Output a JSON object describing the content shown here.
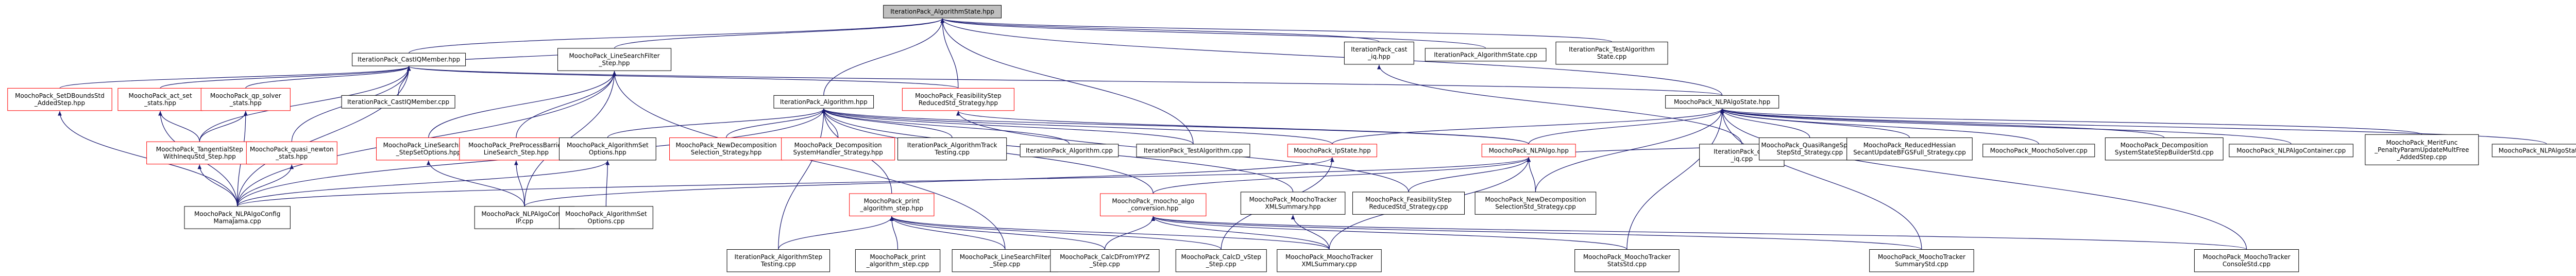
{
  "graph": {
    "edge_color": "#191970",
    "root_fill": "#bfbfbf",
    "missing_border_color": "#ff0000",
    "nodes": [
      {
        "id": "root",
        "label": [
          "IterationPack_AlgorithmState.hpp"
        ],
        "style": "root"
      },
      {
        "id": "castiq",
        "label": [
          "IterationPack_CastIQMember.hpp"
        ],
        "style": "normal"
      },
      {
        "id": "ls_step",
        "label": [
          "MoochoPack_LineSearchFilter",
          "_Step.hpp"
        ],
        "style": "normal"
      },
      {
        "id": "algo",
        "label": [
          "IterationPack_Algorithm.hpp"
        ],
        "style": "normal"
      },
      {
        "id": "feas_red",
        "label": [
          "MoochoPack_FeasibilityStep",
          "ReducedStd_Strategy.hpp"
        ],
        "style": "red"
      },
      {
        "id": "cast_iq_hpp",
        "label": [
          "IterationPack_cast",
          "_iq.hpp"
        ],
        "style": "normal"
      },
      {
        "id": "algostate_cpp",
        "label": [
          "IterationPack_AlgorithmState.cpp"
        ],
        "style": "normal"
      },
      {
        "id": "testalgostate",
        "label": [
          "IterationPack_TestAlgorithm",
          "State.cpp"
        ],
        "style": "normal"
      },
      {
        "id": "nlpalgostate",
        "label": [
          "MoochoPack_NLPAlgoState.hpp"
        ],
        "style": "normal"
      },
      {
        "id": "setdbounds",
        "label": [
          "MoochoPack_SetDBoundsStd",
          "_AddedStep.hpp"
        ],
        "style": "red"
      },
      {
        "id": "act_set",
        "label": [
          "MoochoPack_act_set",
          "_stats.hpp"
        ],
        "style": "red"
      },
      {
        "id": "qp_solver",
        "label": [
          "MoochoPack_qp_solver",
          "_stats.hpp"
        ],
        "style": "red"
      },
      {
        "id": "castiq_cpp",
        "label": [
          "IterationPack_CastIQMember.cpp"
        ],
        "style": "normal"
      },
      {
        "id": "tangential",
        "label": [
          "MoochoPack_TangentialStep",
          "WithInequStd_Step.hpp"
        ],
        "style": "red"
      },
      {
        "id": "quasi_newton",
        "label": [
          "MoochoPack_quasi_newton",
          "_stats.hpp"
        ],
        "style": "red"
      },
      {
        "id": "ls_soc",
        "label": [
          "MoochoPack_LineSearchFilter",
          "_StepSetOptions.hpp"
        ],
        "style": "red"
      },
      {
        "id": "preprocess",
        "label": [
          "MoochoPack_PreProcessBarrier",
          "LineSearch_Step.hpp"
        ],
        "style": "red"
      },
      {
        "id": "algo_set_opt",
        "label": [
          "MoochoPack_AlgorithmSet",
          "Options.hpp"
        ],
        "style": "normal"
      },
      {
        "id": "nlpalgoconfig_mama",
        "label": [
          "MoochoPack_NLPAlgoConfig",
          "MamaJama.cpp"
        ],
        "style": "normal"
      },
      {
        "id": "nlpalgoconfig_ip",
        "label": [
          "MoochoPack_NLPAlgoConfig",
          "IP.cpp"
        ],
        "style": "normal"
      },
      {
        "id": "algo_set_opt_cpp",
        "label": [
          "MoochoPack_AlgorithmSet",
          "Options.cpp"
        ],
        "style": "normal"
      },
      {
        "id": "newdecomp_sel",
        "label": [
          "MoochoPack_NewDecomposition",
          "Selection_Strategy.hpp"
        ],
        "style": "red"
      },
      {
        "id": "decomp_sys",
        "label": [
          "MoochoPack_Decomposition",
          "SystemHandler_Strategy.hpp"
        ],
        "style": "red"
      },
      {
        "id": "algo_tracking",
        "label": [
          "IterationPack_AlgorithmTrack",
          "Testing.cpp"
        ],
        "style": "normal"
      },
      {
        "id": "algo_cpp",
        "label": [
          "IterationPack_Algorithm.cpp"
        ],
        "style": "normal"
      },
      {
        "id": "test_algo",
        "label": [
          "IterationPack_TestAlgorithm.cpp"
        ],
        "style": "normal"
      },
      {
        "id": "ipstate",
        "label": [
          "MoochoPack_IpState.hpp"
        ],
        "style": "red"
      },
      {
        "id": "nlpalgo_hpp",
        "label": [
          "MoochoPack_NLPAlgo.hpp"
        ],
        "style": "red"
      },
      {
        "id": "cast_iq_cpp",
        "label": [
          "IterationPack_cast",
          "_iq.cpp"
        ],
        "style": "normal"
      },
      {
        "id": "quasinewton_space",
        "label": [
          "MoochoPack_QuasiRangeSpace",
          "StepStd_Strategy.cpp"
        ],
        "style": "normal"
      },
      {
        "id": "reduced_hessian",
        "label": [
          "MoochoPack_ReducedHessian",
          "SecantUpdateBFGSFull_Strategy.cpp"
        ],
        "style": "normal"
      },
      {
        "id": "moocho_solver",
        "label": [
          "MoochoPack_MoochoSolver.cpp"
        ],
        "style": "normal"
      },
      {
        "id": "decomp_cpp",
        "label": [
          "MoochoPack_Decomposition",
          "SystemStateStepBuilderStd.cpp"
        ],
        "style": "normal"
      },
      {
        "id": "nlpalgo_container",
        "label": [
          "MoochoPack_NLPAlgoContainer.cpp"
        ],
        "style": "normal"
      },
      {
        "id": "merit",
        "label": [
          "MoochoPack_MeritFunc",
          "_PenaltyParamUpdateMultFree",
          "_AddedStep.cpp"
        ],
        "style": "normal"
      },
      {
        "id": "nlpalgostate_cpp",
        "label": [
          "MoochoPack_NLPAlgoState.cpp"
        ],
        "style": "normal"
      },
      {
        "id": "print_algo",
        "label": [
          "MoochoPack_print",
          "_algorithm_step.hpp"
        ],
        "style": "red"
      },
      {
        "id": "moocho_algo_conv",
        "label": [
          "MoochoPack_moocho_algo",
          "_conversion.hpp"
        ],
        "style": "red"
      },
      {
        "id": "tracker_xml_hpp",
        "label": [
          "MoochoPack_MoochoTracker",
          "XMLSummary.hpp"
        ],
        "style": "normal"
      },
      {
        "id": "feas_red_cpp",
        "label": [
          "MoochoPack_FeasibilityStep",
          "ReducedStd_Strategy.cpp"
        ],
        "style": "normal"
      },
      {
        "id": "newdecomp_cpp",
        "label": [
          "MoochoPack_NewDecomposition",
          "SelectionStd_Strategy.cpp"
        ],
        "style": "normal"
      },
      {
        "id": "algo_step_testing",
        "label": [
          "IterationPack_AlgorithmStep",
          "Testing.cpp"
        ],
        "style": "normal"
      },
      {
        "id": "print_algo_cpp",
        "label": [
          "MoochoPack_print",
          "_algorithm_step.cpp"
        ],
        "style": "normal"
      },
      {
        "id": "ls_step_cpp",
        "label": [
          "MoochoPack_LineSearchFilter",
          "_Step.cpp"
        ],
        "style": "normal"
      },
      {
        "id": "calcdfromyz",
        "label": [
          "MoochoPack_CalcDFromYPYZ",
          "_Step.cpp"
        ],
        "style": "normal"
      },
      {
        "id": "calcdydz",
        "label": [
          "MoochoPack_CalcD_vStep",
          "_Step.cpp"
        ],
        "style": "normal"
      },
      {
        "id": "tracker_xml_cpp",
        "label": [
          "MoochoPack_MoochoTracker",
          "XMLSummary.cpp"
        ],
        "style": "normal"
      },
      {
        "id": "tracker_statsstd",
        "label": [
          "MoochoPack_MoochoTracker",
          "StatsStd.cpp"
        ],
        "style": "normal"
      },
      {
        "id": "tracker_summarystd",
        "label": [
          "MoochoPack_MoochoTracker",
          "SummaryStd.cpp"
        ],
        "style": "normal"
      },
      {
        "id": "tracker_consolestd",
        "label": [
          "MoochoPack_MoochoTracker",
          "ConsoleStd.cpp"
        ],
        "style": "normal"
      }
    ],
    "edges": [
      [
        "castiq",
        "root"
      ],
      [
        "ls_step",
        "root"
      ],
      [
        "algo",
        "root"
      ],
      [
        "feas_red",
        "root"
      ],
      [
        "cast_iq_hpp",
        "root"
      ],
      [
        "algostate_cpp",
        "root"
      ],
      [
        "testalgostate",
        "root"
      ],
      [
        "nlpalgostate",
        "root"
      ],
      [
        "test_algo",
        "root"
      ],
      [
        "setdbounds",
        "castiq"
      ],
      [
        "act_set",
        "castiq"
      ],
      [
        "qp_solver",
        "castiq"
      ],
      [
        "castiq_cpp",
        "castiq"
      ],
      [
        "tangential",
        "castiq"
      ],
      [
        "quasi_newton",
        "castiq"
      ],
      [
        "nlpalgoconfig_mama",
        "castiq"
      ],
      [
        "ls_step",
        "castiq"
      ],
      [
        "feas_red",
        "castiq"
      ],
      [
        "nlpalgostate",
        "castiq"
      ],
      [
        "tangential",
        "act_set"
      ],
      [
        "nlpalgoconfig_mama",
        "act_set"
      ],
      [
        "tangential",
        "qp_solver"
      ],
      [
        "nlpalgoconfig_mama",
        "qp_solver"
      ],
      [
        "nlpalgoconfig_mama",
        "tangential"
      ],
      [
        "nlpalgoconfig_mama",
        "quasi_newton"
      ],
      [
        "nlpalgoconfig_mama",
        "setdbounds"
      ],
      [
        "ls_soc",
        "ls_step"
      ],
      [
        "preprocess",
        "ls_step"
      ],
      [
        "nlpalgoconfig_mama",
        "ls_step"
      ],
      [
        "nlpalgoconfig_ip",
        "ls_step"
      ],
      [
        "ls_step_cpp",
        "ls_step"
      ],
      [
        "nlpalgoconfig_ip",
        "ls_soc"
      ],
      [
        "nlpalgoconfig_ip",
        "preprocess"
      ],
      [
        "algo_set_opt",
        "algo"
      ],
      [
        "newdecomp_sel",
        "algo"
      ],
      [
        "decomp_sys",
        "algo"
      ],
      [
        "algo_tracking",
        "algo"
      ],
      [
        "algo_cpp",
        "algo"
      ],
      [
        "test_algo",
        "algo"
      ],
      [
        "ipstate",
        "algo"
      ],
      [
        "nlpalgo_hpp",
        "algo"
      ],
      [
        "tracker_xml_hpp",
        "algo"
      ],
      [
        "moocho_algo_conv",
        "algo"
      ],
      [
        "algo_step_testing",
        "algo"
      ],
      [
        "print_algo",
        "algo"
      ],
      [
        "nlpalgoconfig_mama",
        "algo"
      ],
      [
        "nlpalgoconfig_mama",
        "algo_set_opt"
      ],
      [
        "algo_set_opt_cpp",
        "algo_set_opt"
      ],
      [
        "nlpalgo_hpp",
        "feas_red"
      ],
      [
        "feas_red_cpp",
        "feas_red"
      ],
      [
        "cast_iq_cpp",
        "cast_iq_hpp"
      ],
      [
        "nlpalgo_hpp",
        "nlpalgostate"
      ],
      [
        "ipstate",
        "nlpalgostate"
      ],
      [
        "quasinewton_space",
        "nlpalgostate"
      ],
      [
        "reduced_hessian",
        "nlpalgostate"
      ],
      [
        "moocho_solver",
        "nlpalgostate"
      ],
      [
        "decomp_cpp",
        "nlpalgostate"
      ],
      [
        "nlpalgo_container",
        "nlpalgostate"
      ],
      [
        "merit",
        "nlpalgostate"
      ],
      [
        "nlpalgostate_cpp",
        "nlpalgostate"
      ],
      [
        "tracker_statsstd",
        "nlpalgostate"
      ],
      [
        "tracker_summarystd",
        "nlpalgostate"
      ],
      [
        "tracker_consolestd",
        "nlpalgostate"
      ],
      [
        "newdecomp_cpp",
        "nlpalgostate"
      ],
      [
        "nlpalgoconfig_ip",
        "ipstate"
      ],
      [
        "calcdydz",
        "ipstate"
      ],
      [
        "tracker_xml_cpp",
        "nlpalgo_hpp"
      ],
      [
        "moocho_algo_conv",
        "nlpalgo_hpp"
      ],
      [
        "feas_red_cpp",
        "nlpalgo_hpp"
      ],
      [
        "newdecomp_cpp",
        "nlpalgo_hpp"
      ],
      [
        "reduced_hessian",
        "nlpalgo_hpp"
      ],
      [
        "nlpalgoconfig_mama",
        "nlpalgo_hpp"
      ],
      [
        "algo_step_testing",
        "print_algo"
      ],
      [
        "print_algo_cpp",
        "print_algo"
      ],
      [
        "ls_step_cpp",
        "print_algo"
      ],
      [
        "calcdfromyz",
        "print_algo"
      ],
      [
        "calcdydz",
        "print_algo"
      ],
      [
        "tracker_xml_cpp",
        "print_algo"
      ],
      [
        "tracker_xml_cpp",
        "moocho_algo_conv"
      ],
      [
        "tracker_statsstd",
        "moocho_algo_conv"
      ],
      [
        "tracker_summarystd",
        "moocho_algo_conv"
      ],
      [
        "tracker_consolestd",
        "moocho_algo_conv"
      ],
      [
        "calcdfromyz",
        "moocho_algo_conv"
      ],
      [
        "tracker_xml_cpp",
        "tracker_xml_hpp"
      ]
    ]
  }
}
